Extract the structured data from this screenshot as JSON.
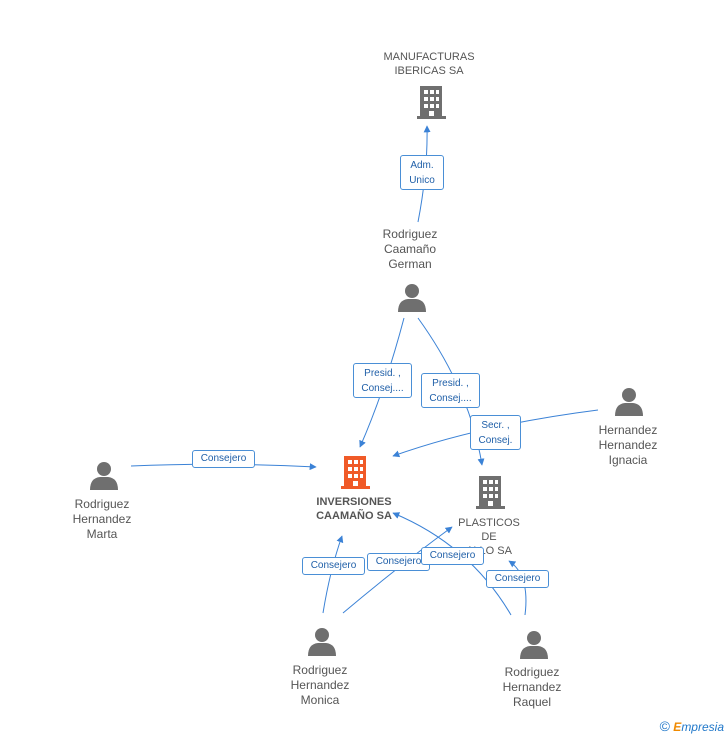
{
  "colors": {
    "edge": "#3b82d6",
    "icon_gray": "#6f6f6f",
    "icon_focus": "#f05a28"
  },
  "nodes": {
    "manufacturas": {
      "label": "MANUFACTURAS\nIBERICAS SA",
      "icon": "building-icon"
    },
    "german": {
      "label": "Rodriguez\nCaamaño\nGerman",
      "icon": "person-icon"
    },
    "inversiones": {
      "label": "INVERSIONES\nCAAMAÑO SA",
      "icon": "building-icon"
    },
    "plasticos": {
      "label": "PLASTICOS\nDE\nALLO SA",
      "icon": "building-icon"
    },
    "marta": {
      "label": "Rodriguez\nHernandez\nMarta",
      "icon": "person-icon"
    },
    "ignacia": {
      "label": "Hernandez\nHernandez\nIgnacia",
      "icon": "person-icon"
    },
    "monica": {
      "label": "Rodriguez\nHernandez\nMonica",
      "icon": "person-icon"
    },
    "raquel": {
      "label": "Rodriguez\nHernandez\nRaquel",
      "icon": "person-icon"
    }
  },
  "edge_labels": {
    "adm_unico": "Adm.\nUnico",
    "german_inversiones": "Presid. ,\nConsej....",
    "german_plasticos": "Presid. ,\nConsej....",
    "ignacia_inversiones": "Secr. ,\nConsej.",
    "marta_inversiones": "Consejero",
    "monica_inversiones": "Consejero",
    "monica_plasticos": "Consejero",
    "raquel_inversiones": "Consejero",
    "raquel_plasticos": "Consejero"
  },
  "footer": {
    "copyright_symbol": "©",
    "brand_first": "E",
    "brand_rest": "mpresia"
  }
}
